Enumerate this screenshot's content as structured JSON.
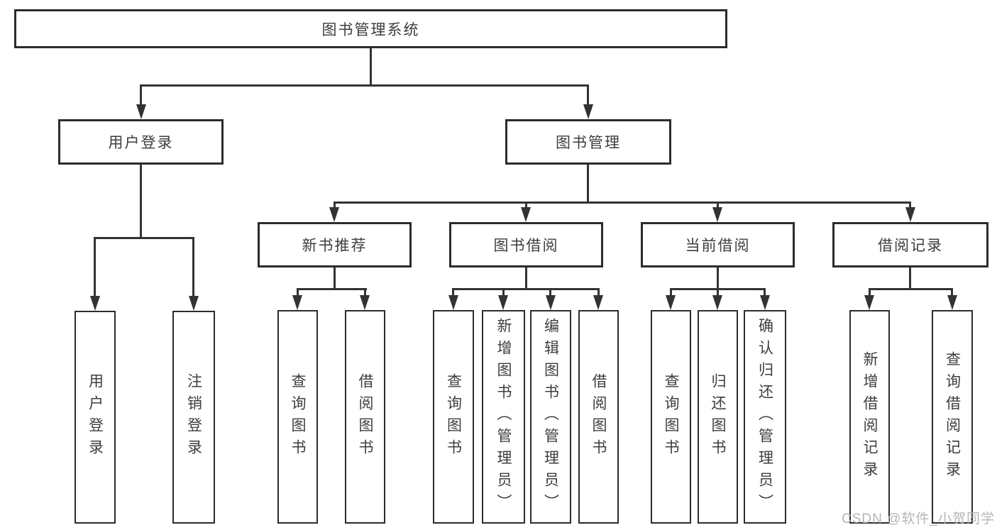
{
  "page": {
    "watermark": "CSDN @软件_小贺同学"
  },
  "diagram": {
    "type": "tree",
    "root": {
      "label": "图书管理系统"
    },
    "nodes": {
      "user_login": {
        "label": "用户登录"
      },
      "book_mgmt": {
        "label": "图书管理"
      },
      "new_books": {
        "label": "新书推荐"
      },
      "borrow": {
        "label": "图书借阅"
      },
      "current": {
        "label": "当前借阅"
      },
      "records": {
        "label": "借阅记录"
      }
    },
    "leaves": {
      "user_login": [
        "用户登录",
        "注销登录"
      ],
      "new_books": [
        "查询图书",
        "借阅图书"
      ],
      "borrow": [
        "查询图书",
        "新增图书（管理员）",
        "编辑图书（管理员）",
        "借阅图书"
      ],
      "current": [
        "查询图书",
        "归还图书",
        "确认归还（管理员）"
      ],
      "records": [
        "新增借阅记录",
        "查询借阅记录"
      ]
    },
    "edges": [
      {
        "from": "图书管理系统",
        "to": [
          "用户登录",
          "图书管理"
        ]
      },
      {
        "from": "用户登录",
        "to": [
          "用户登录",
          "注销登录"
        ]
      },
      {
        "from": "图书管理",
        "to": [
          "新书推荐",
          "图书借阅",
          "当前借阅",
          "借阅记录"
        ]
      },
      {
        "from": "新书推荐",
        "to": [
          "查询图书",
          "借阅图书"
        ]
      },
      {
        "from": "图书借阅",
        "to": [
          "查询图书",
          "新增图书（管理员）",
          "编辑图书（管理员）",
          "借阅图书"
        ]
      },
      {
        "from": "当前借阅",
        "to": [
          "查询图书",
          "归还图书",
          "确认归还（管理员）"
        ]
      },
      {
        "from": "借阅记录",
        "to": [
          "新增借阅记录",
          "查询借阅记录"
        ]
      }
    ],
    "colors": {
      "line": "#333333",
      "border": "#2c2c2c",
      "text": "#3d3d3d",
      "watermark": "#b5b5b5",
      "background": "#ffffff"
    }
  }
}
